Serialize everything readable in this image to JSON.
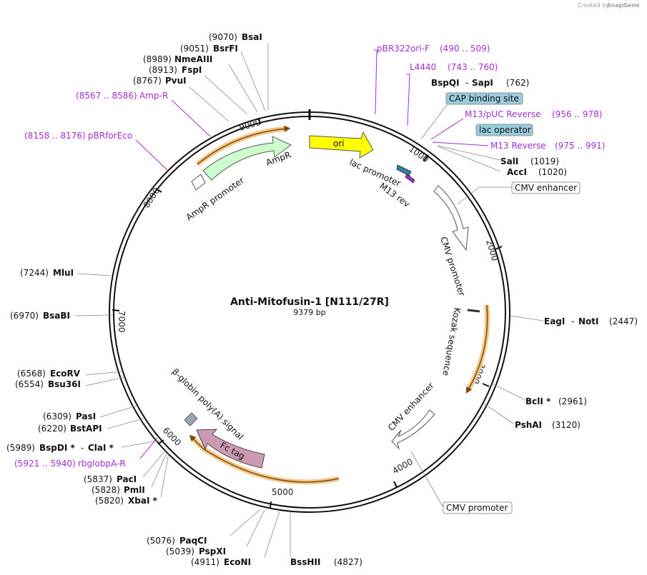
{
  "brand": {
    "created_by": "Created by",
    "product": "SnapGene"
  },
  "plasmid": {
    "name": "Anti-Mitofusin-1 [N111/27R]",
    "size_label": "9379 bp",
    "length": 9379
  },
  "ticks": [
    "1000",
    "2000",
    "3000",
    "4000",
    "5000",
    "6000",
    "7000",
    "8000",
    "9000"
  ],
  "enzymes": [
    {
      "pos": "(9070)",
      "name": "BsaI"
    },
    {
      "pos": "(9051)",
      "name": "BsrFI"
    },
    {
      "pos": "(8989)",
      "name": "NmeAIII"
    },
    {
      "pos": "(8913)",
      "name": "FspI"
    },
    {
      "pos": "(8767)",
      "name": "PvuI"
    },
    {
      "pos": "(762)",
      "name": "BspQI",
      "name2": "SapI"
    },
    {
      "pos": "(1019)",
      "name": "SalI"
    },
    {
      "pos": "(1020)",
      "name": "AccI"
    },
    {
      "pos": "(2447)",
      "name": "EagI",
      "name2": "NotI"
    },
    {
      "pos": "(2961)",
      "name": "BclI *"
    },
    {
      "pos": "(3120)",
      "name": "PshAI"
    },
    {
      "pos": "(4827)",
      "name": "BssHII"
    },
    {
      "pos": "(4911)",
      "name": "EcoNI"
    },
    {
      "pos": "(5039)",
      "name": "PspXI"
    },
    {
      "pos": "(5076)",
      "name": "PaqCI"
    },
    {
      "pos": "(5820)",
      "name": "XbaI *"
    },
    {
      "pos": "(5828)",
      "name": "PmlI"
    },
    {
      "pos": "(5837)",
      "name": "PacI"
    },
    {
      "pos": "(5989)",
      "name": "BspDI *",
      "name2": "ClaI *"
    },
    {
      "pos": "(6220)",
      "name": "BstAPI"
    },
    {
      "pos": "(6309)",
      "name": "PasI"
    },
    {
      "pos": "(6554)",
      "name": "Bsu36I"
    },
    {
      "pos": "(6568)",
      "name": "EcoRV"
    },
    {
      "pos": "(6970)",
      "name": "BsaBI"
    },
    {
      "pos": "(7244)",
      "name": "MluI"
    }
  ],
  "primers": [
    {
      "name": "pBR322ori-F",
      "range": "(490 .. 509)"
    },
    {
      "name": "L4440",
      "range": "(743 .. 760)"
    },
    {
      "name": "M13/pUC Reverse",
      "range": "(956 .. 978)"
    },
    {
      "name": "M13 Reverse",
      "range": "(975 .. 991)"
    },
    {
      "name": "Amp-R",
      "range": "(8567 .. 8586)"
    },
    {
      "name": "pBRforEco",
      "range": "(8158 .. 8176)"
    },
    {
      "name": "rbglobpA-R",
      "range": "(5921 .. 5940)"
    }
  ],
  "boxed_features": [
    {
      "name": "CAP binding site"
    },
    {
      "name": "lac operator"
    },
    {
      "name": "CMV enhancer"
    },
    {
      "name": "CMV promoter"
    }
  ],
  "features": [
    {
      "name": "ori"
    },
    {
      "name": "lac promoter"
    },
    {
      "name": "M13 rev"
    },
    {
      "name": "CMV enhancer"
    },
    {
      "name": "CMV promoter"
    },
    {
      "name": "Kozak sequence"
    },
    {
      "name": "Fc tag"
    },
    {
      "name": "β-globin poly(A) signal"
    },
    {
      "name": "AmpR"
    },
    {
      "name": "AmpR promoter"
    }
  ],
  "colors": {
    "ori": "#ffff00",
    "ampr": "#ccffcc",
    "fc_tag": "#cc99b2",
    "orf": "#f5a623",
    "primer": "#a12fd0",
    "boxed_feature": "#99ccdd",
    "lac_promoter": "#2d7ea0"
  }
}
